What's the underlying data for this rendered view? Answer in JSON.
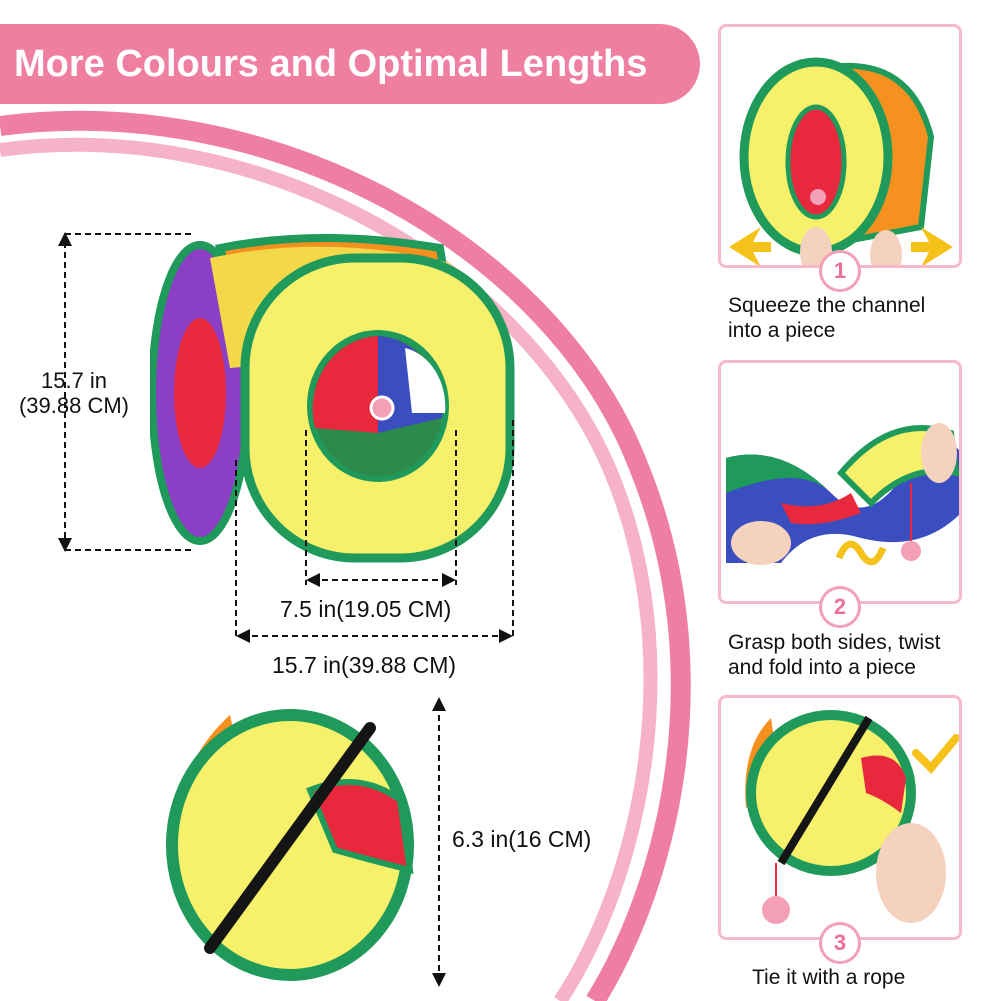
{
  "banner": {
    "title": "More Colours and Optimal Lengths"
  },
  "dimensions": {
    "height_in": "15.7 in",
    "height_cm": "(39.88 CM)",
    "hole_width": "7.5 in(19.05 CM)",
    "cube_width": "15.7 in(39.88 CM)",
    "folded_height": "6.3 in(16 CM)"
  },
  "steps": [
    {
      "number": "1",
      "caption_line1": "Squeeze the channel",
      "caption_line2": "into a piece"
    },
    {
      "number": "2",
      "caption_line1": "Grasp both sides, twist",
      "caption_line2": "and fold into a piece"
    },
    {
      "number": "3",
      "caption_line1": "Tie it with a rope",
      "caption_line2": ""
    }
  ],
  "colors": {
    "accent_pink": "#ee7fa0",
    "panel_border": "#f6b9cb",
    "tunnel_green": "#1f9a5a",
    "tunnel_yellow": "#f6f06a",
    "tunnel_purple": "#8a3fc4",
    "tunnel_red": "#e8283c",
    "tunnel_orange": "#f6901f",
    "tunnel_blue": "#3a4ec0",
    "check_yellow": "#f5c21a"
  }
}
